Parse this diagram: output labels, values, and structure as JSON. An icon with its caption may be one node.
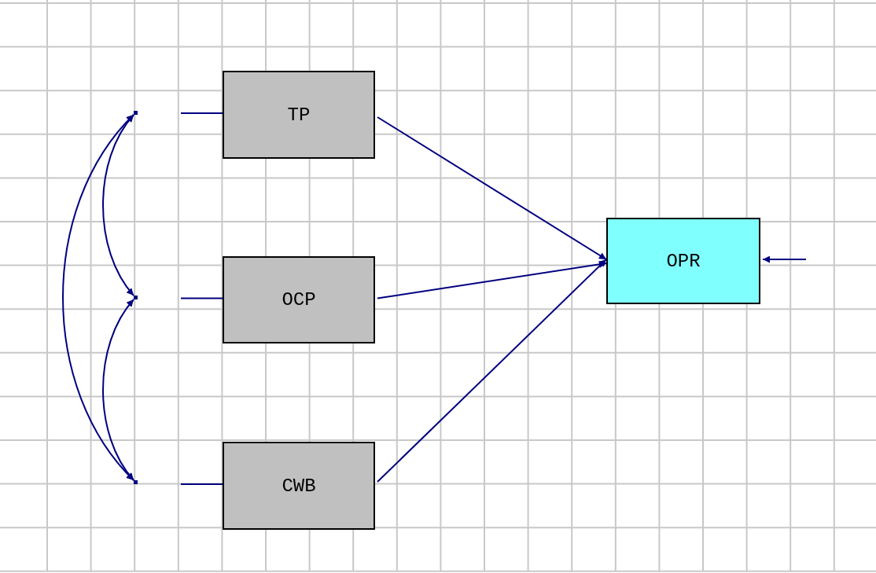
{
  "diagram": {
    "nodes": [
      {
        "text": [
          "TP"
        ]
      },
      {
        "text": [
          "OCP"
        ]
      },
      {
        "text": [
          "CWB"
        ]
      },
      {
        "text": [
          "OPR"
        ]
      },
      {
        "text": [],
        "shape": "point"
      },
      {
        "text": [],
        "shape": "point"
      },
      {
        "text": [],
        "shape": "point"
      }
    ],
    "edges": [
      {
        "from": 0,
        "to": 3,
        "arrow": "to"
      },
      {
        "from": 1,
        "to": 3,
        "arrow": "to"
      },
      {
        "from": 2,
        "to": 3,
        "arrow": "to"
      },
      {
        "from": null,
        "to": 0,
        "arrow": "none"
      },
      {
        "from": null,
        "to": 1,
        "arrow": "none"
      },
      {
        "from": null,
        "to": 2,
        "arrow": "none"
      },
      {
        "from": null,
        "to": 3,
        "arrow": "to"
      },
      {
        "from": 4,
        "to": 5,
        "arrow": "both"
      },
      {
        "from": 5,
        "to": 6,
        "arrow": "both"
      },
      {
        "from": 4,
        "to": 6,
        "arrow": "both"
      }
    ]
  }
}
